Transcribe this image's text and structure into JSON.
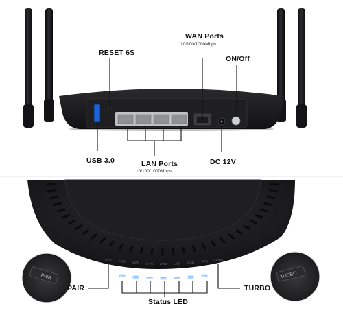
{
  "top_labels": {
    "wan_ports": "WAN Ports",
    "wan_speed": "10/100/1000Mbps",
    "reset": "RESET 6S",
    "on_off": "ON/Off",
    "usb": "USB 3.0",
    "lan_ports": "LAN Ports",
    "lan_speed": "10/100/1000Mbps",
    "dc": "DC 12V"
  },
  "bottom_labels": {
    "pair": "PAIR",
    "status_led": "Status LED",
    "turbo": "TURBO"
  },
  "device_marks": {
    "led_row": [
      "PAIR",
      "PWR",
      "WAN",
      "LAN1",
      "LAN2",
      "LAN3",
      "LAN4",
      "WPS",
      "TURBO"
    ],
    "zoom_left_button": "PAIR",
    "zoom_right_button": "TURBO"
  },
  "colors": {
    "router_body": "#1b1b1d",
    "led_blue": "#2f8fff",
    "usb_blue": "#1e63d6",
    "callout_line": "#111111"
  }
}
